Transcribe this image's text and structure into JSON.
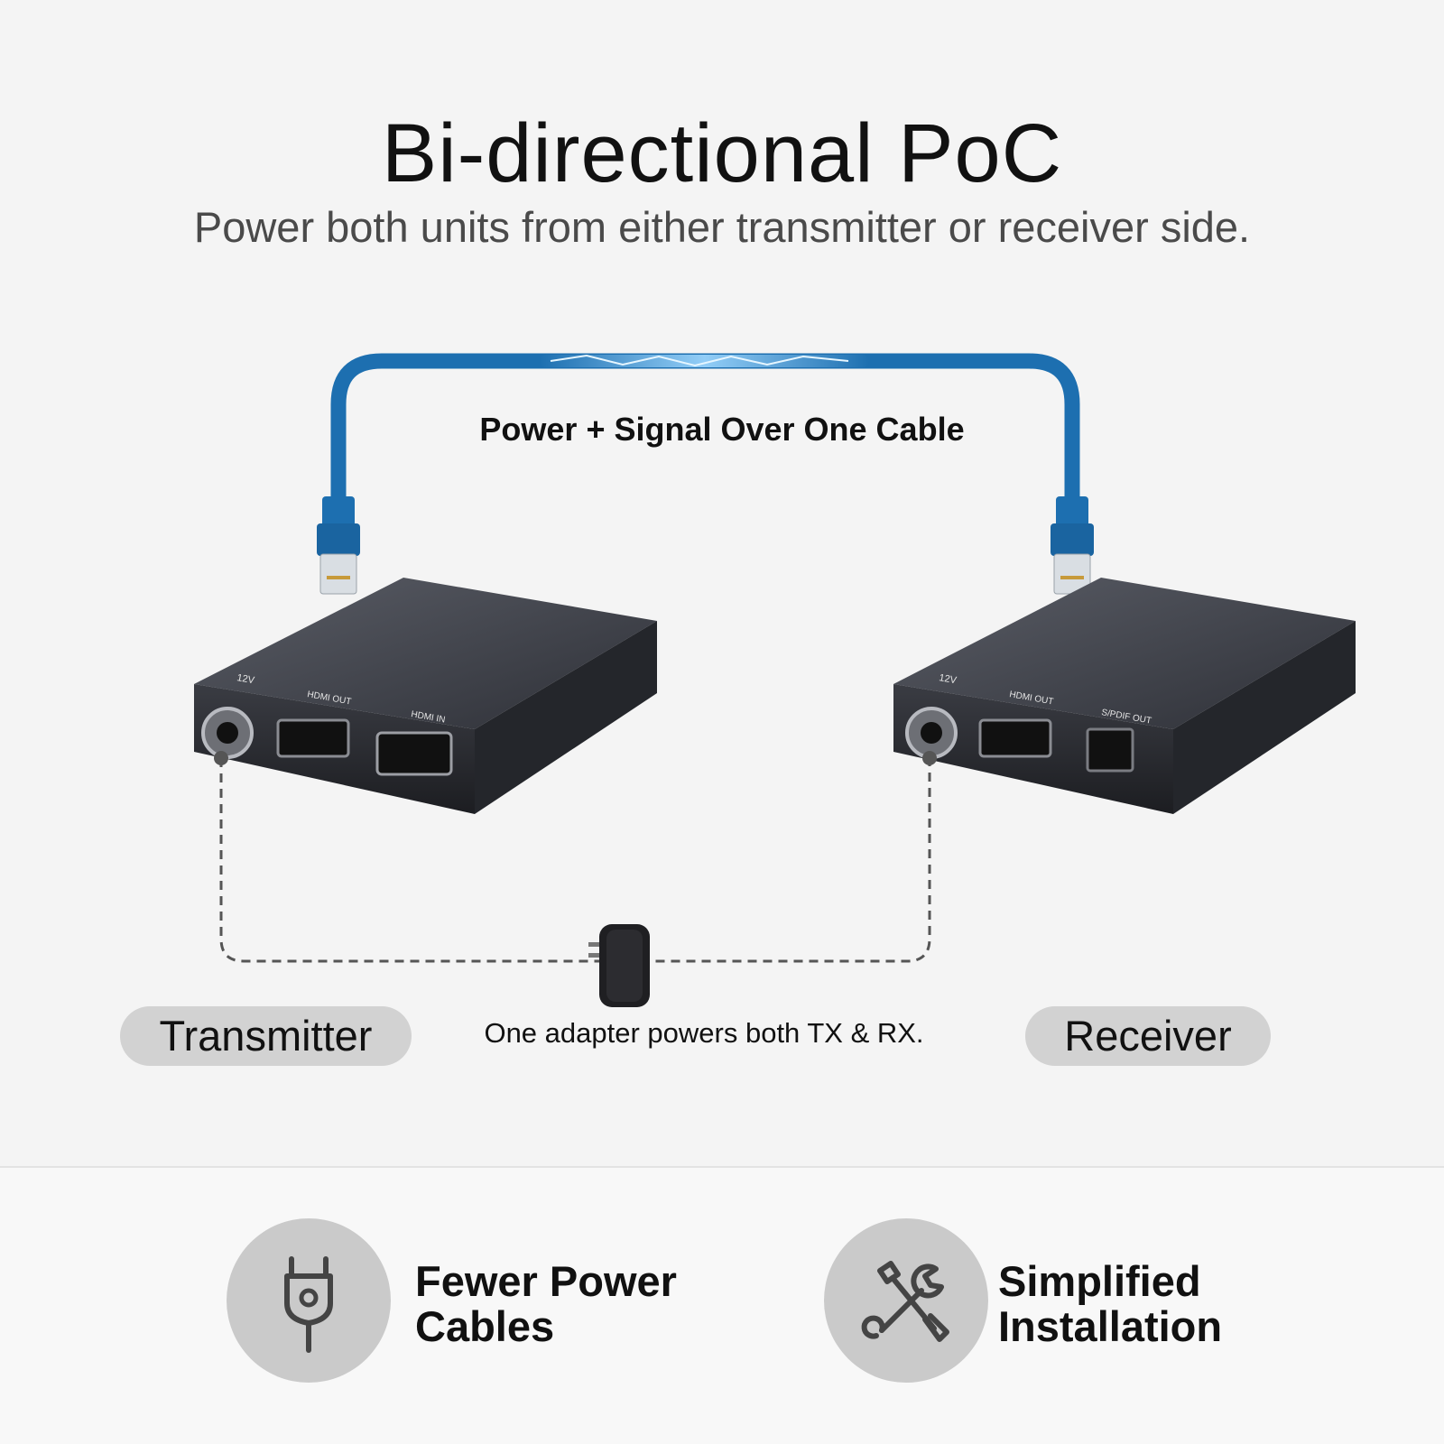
{
  "header": {
    "title": "Bi-directional PoC",
    "subtitle": "Power both units from either  transmitter or receiver side."
  },
  "diagram": {
    "cable_label": "Power + Signal Over One Cable",
    "transmitter_label": "Transmitter",
    "receiver_label": "Receiver",
    "adapter_note": "One adapter powers both TX & RX.",
    "transmitter_ports": {
      "power": "12V",
      "hdmi_out": "HDMI OUT",
      "hdmi_in": "HDMI IN"
    },
    "receiver_ports": {
      "power": "12V",
      "hdmi_out": "HDMI OUT",
      "spdif_out": "S/PDIF OUT"
    },
    "cable_color": "#1d6fb0"
  },
  "features": [
    {
      "icon": "plug-icon",
      "line1": "Fewer Power",
      "line2": "Cables"
    },
    {
      "icon": "tools-icon",
      "line1": "Simplified",
      "line2": "Installation"
    }
  ]
}
